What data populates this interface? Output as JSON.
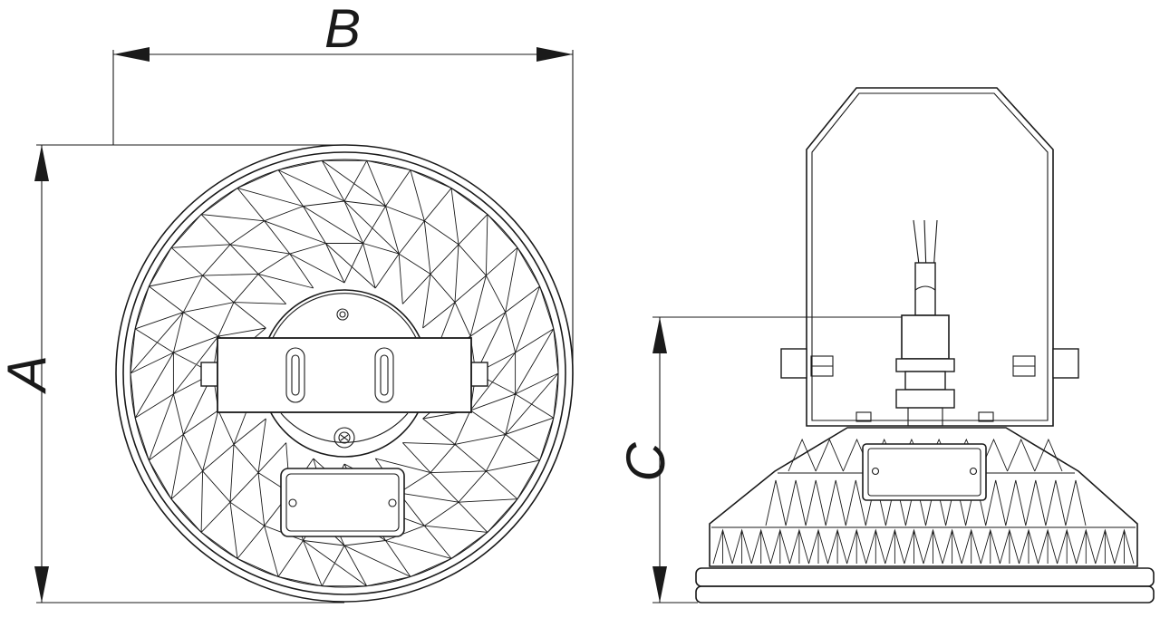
{
  "dimensions": {
    "width_label": "B",
    "height_label": "A",
    "side_height_label": "C"
  }
}
